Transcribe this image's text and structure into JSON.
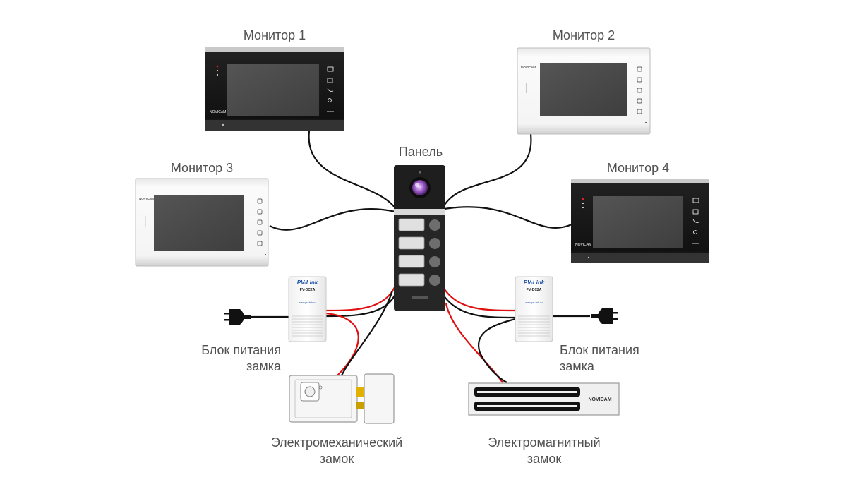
{
  "labels": {
    "monitor1": "Монитор 1",
    "monitor2": "Монитор 2",
    "monitor3": "Монитор 3",
    "monitor4": "Монитор 4",
    "panel": "Панель",
    "psu_left_line1": "Блок питания",
    "psu_left_line2": "замка",
    "psu_right_line1": "Блок питания",
    "psu_right_line2": "замка",
    "lock_mech_line1": "Электромеханический",
    "lock_mech_line2": "замок",
    "lock_mag_line1": "Электромагнитный",
    "lock_mag_line2": "замок"
  },
  "device_text": {
    "brand": "NOVICAM",
    "psu_brand": "PV-Link",
    "psu_model": "PV-DC2A",
    "psu_url": "www.pv-link.ru"
  },
  "colors": {
    "label": "#505050",
    "wire_black": "#111111",
    "wire_red": "#e01010",
    "monitor_dark": "#1a1a1a",
    "monitor_light": "#f2f2f2",
    "screen": "#4a4a4a",
    "panel_body": "#2a2a2a",
    "psu_brand": "#1e4fa8"
  }
}
